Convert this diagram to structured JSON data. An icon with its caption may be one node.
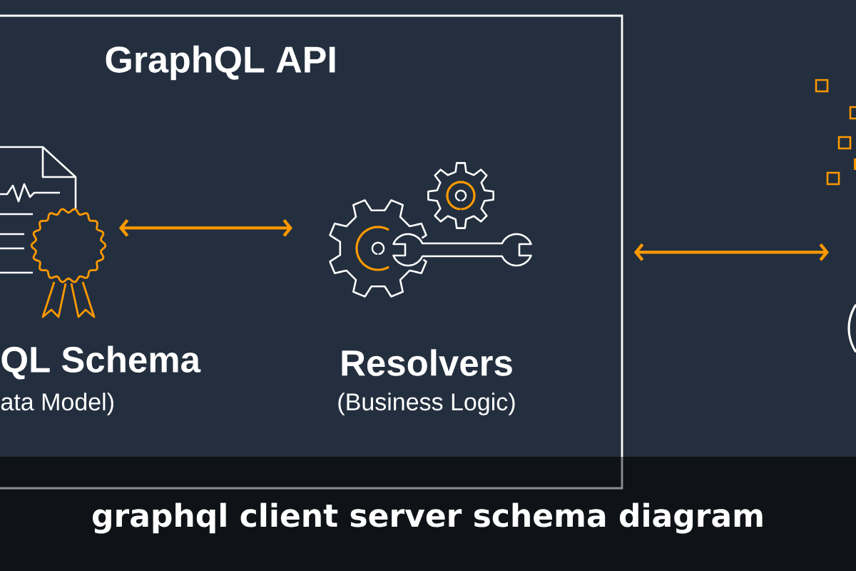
{
  "diagram": {
    "caption": "graphql client server schema diagram",
    "nodes": [
      {
        "text": [
          "GraphQL API"
        ]
      },
      {
        "text": [
          "QL Schema",
          "ata Model)"
        ],
        "in": 0
      },
      {
        "text": [
          "Resolvers",
          "(Business Logic)"
        ],
        "in": 0
      },
      {
        "text": [],
        "shape": "circle"
      }
    ],
    "edges": [
      {
        "from": 1,
        "to": 2,
        "arrow": "both"
      },
      {
        "from": 0,
        "to": 3,
        "arrow": "both"
      }
    ]
  }
}
